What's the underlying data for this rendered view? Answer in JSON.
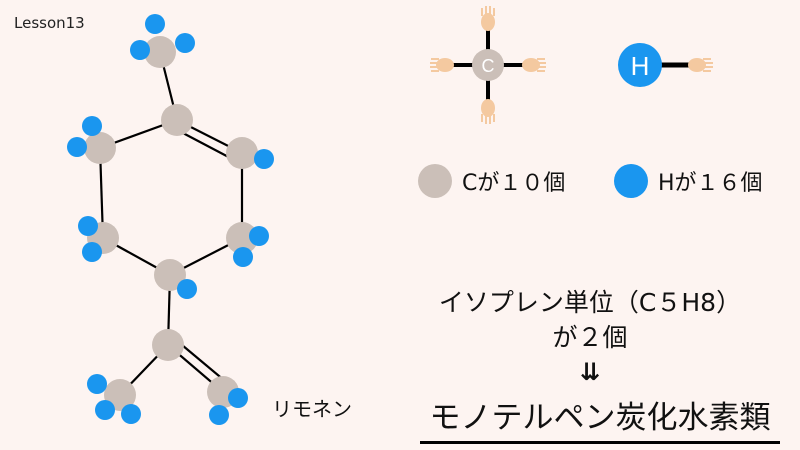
{
  "header": {
    "lesson": "Lesson13"
  },
  "colors": {
    "background": "#fdf4f1",
    "carbon": "#cbbfb8",
    "hydrogen": "#1a96ef",
    "hand": "#f4c9a0",
    "bond": "#000000"
  },
  "bonding_icons": {
    "carbon_label": "C",
    "hydrogen_label": "H"
  },
  "legend": {
    "carbon_text": "Cが１０個",
    "hydrogen_text": "Hが１６個"
  },
  "explanation": {
    "line1": "イソプレン単位（C５H8）",
    "line2": "が２個",
    "arrow": "⇊",
    "title": "モノテルペン炭化水素類"
  },
  "molecule": {
    "name": "リモネン"
  }
}
